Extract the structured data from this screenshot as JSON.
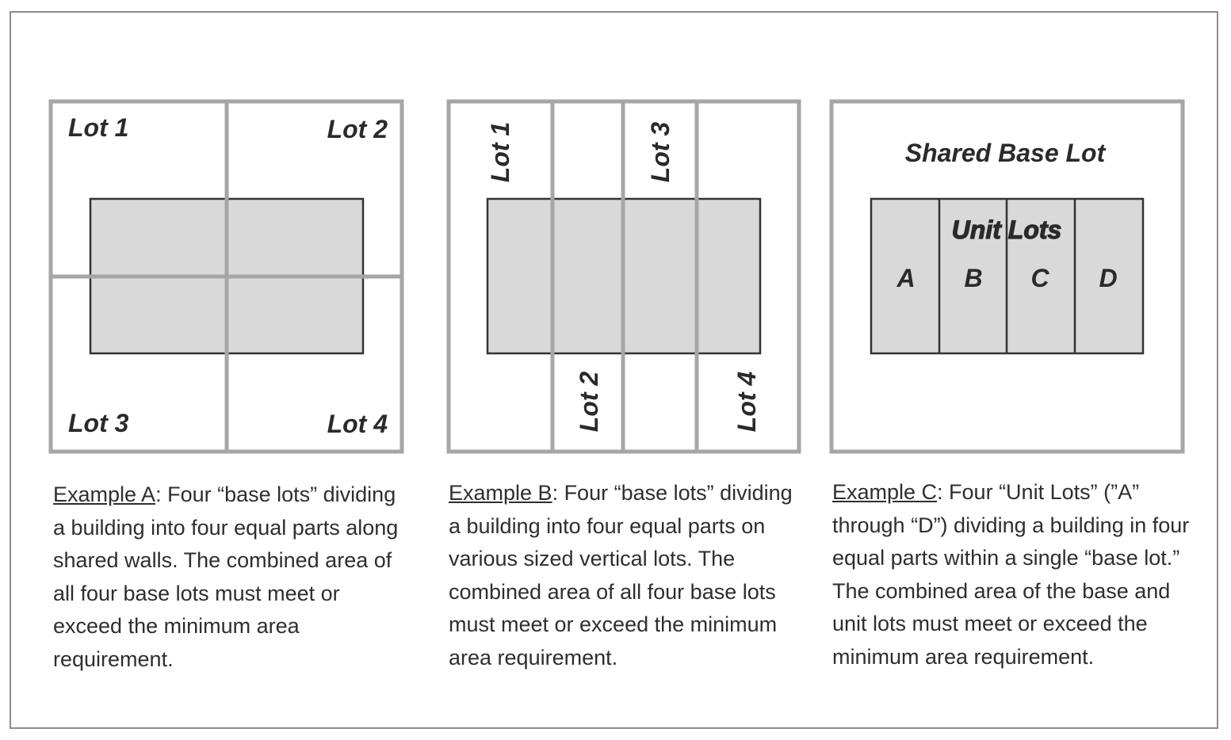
{
  "colors": {
    "outline": "#a6a6a6",
    "building_fill": "#d9d9d9",
    "building_stroke": "#333333",
    "text": "#2a2a2a"
  },
  "example_a": {
    "lot1": "Lot 1",
    "lot2": "Lot 2",
    "lot3": "Lot 3",
    "lot4": "Lot 4",
    "caption": {
      "example_label": "Example A",
      "text": ":  Four “base lots” dividing a building into four equal parts along shared walls. The combined area of all four base lots must meet or exceed the minimum area requirement."
    }
  },
  "example_b": {
    "lot1": "Lot 1",
    "lot2": "Lot 2",
    "lot3": "Lot 3",
    "lot4": "Lot 4",
    "caption": {
      "example_label": "Example B",
      "text": ":  Four “base lots” dividing a building into four equal parts on various sized vertical lots. The combined area of all four base lots must meet or exceed the minimum area requirement."
    }
  },
  "example_c": {
    "shared_base_lot": "Shared Base Lot",
    "unit_lots": "Unit Lots",
    "unit_a": "A",
    "unit_b": "B",
    "unit_c": "C",
    "unit_d": "D",
    "caption": {
      "example_label": "Example C",
      "text": ":  Four “Unit Lots” (”A” through “D”) dividing a building in four equal parts within a single “base lot.” The combined area of the base and unit lots must meet or exceed the minimum area requirement."
    }
  }
}
